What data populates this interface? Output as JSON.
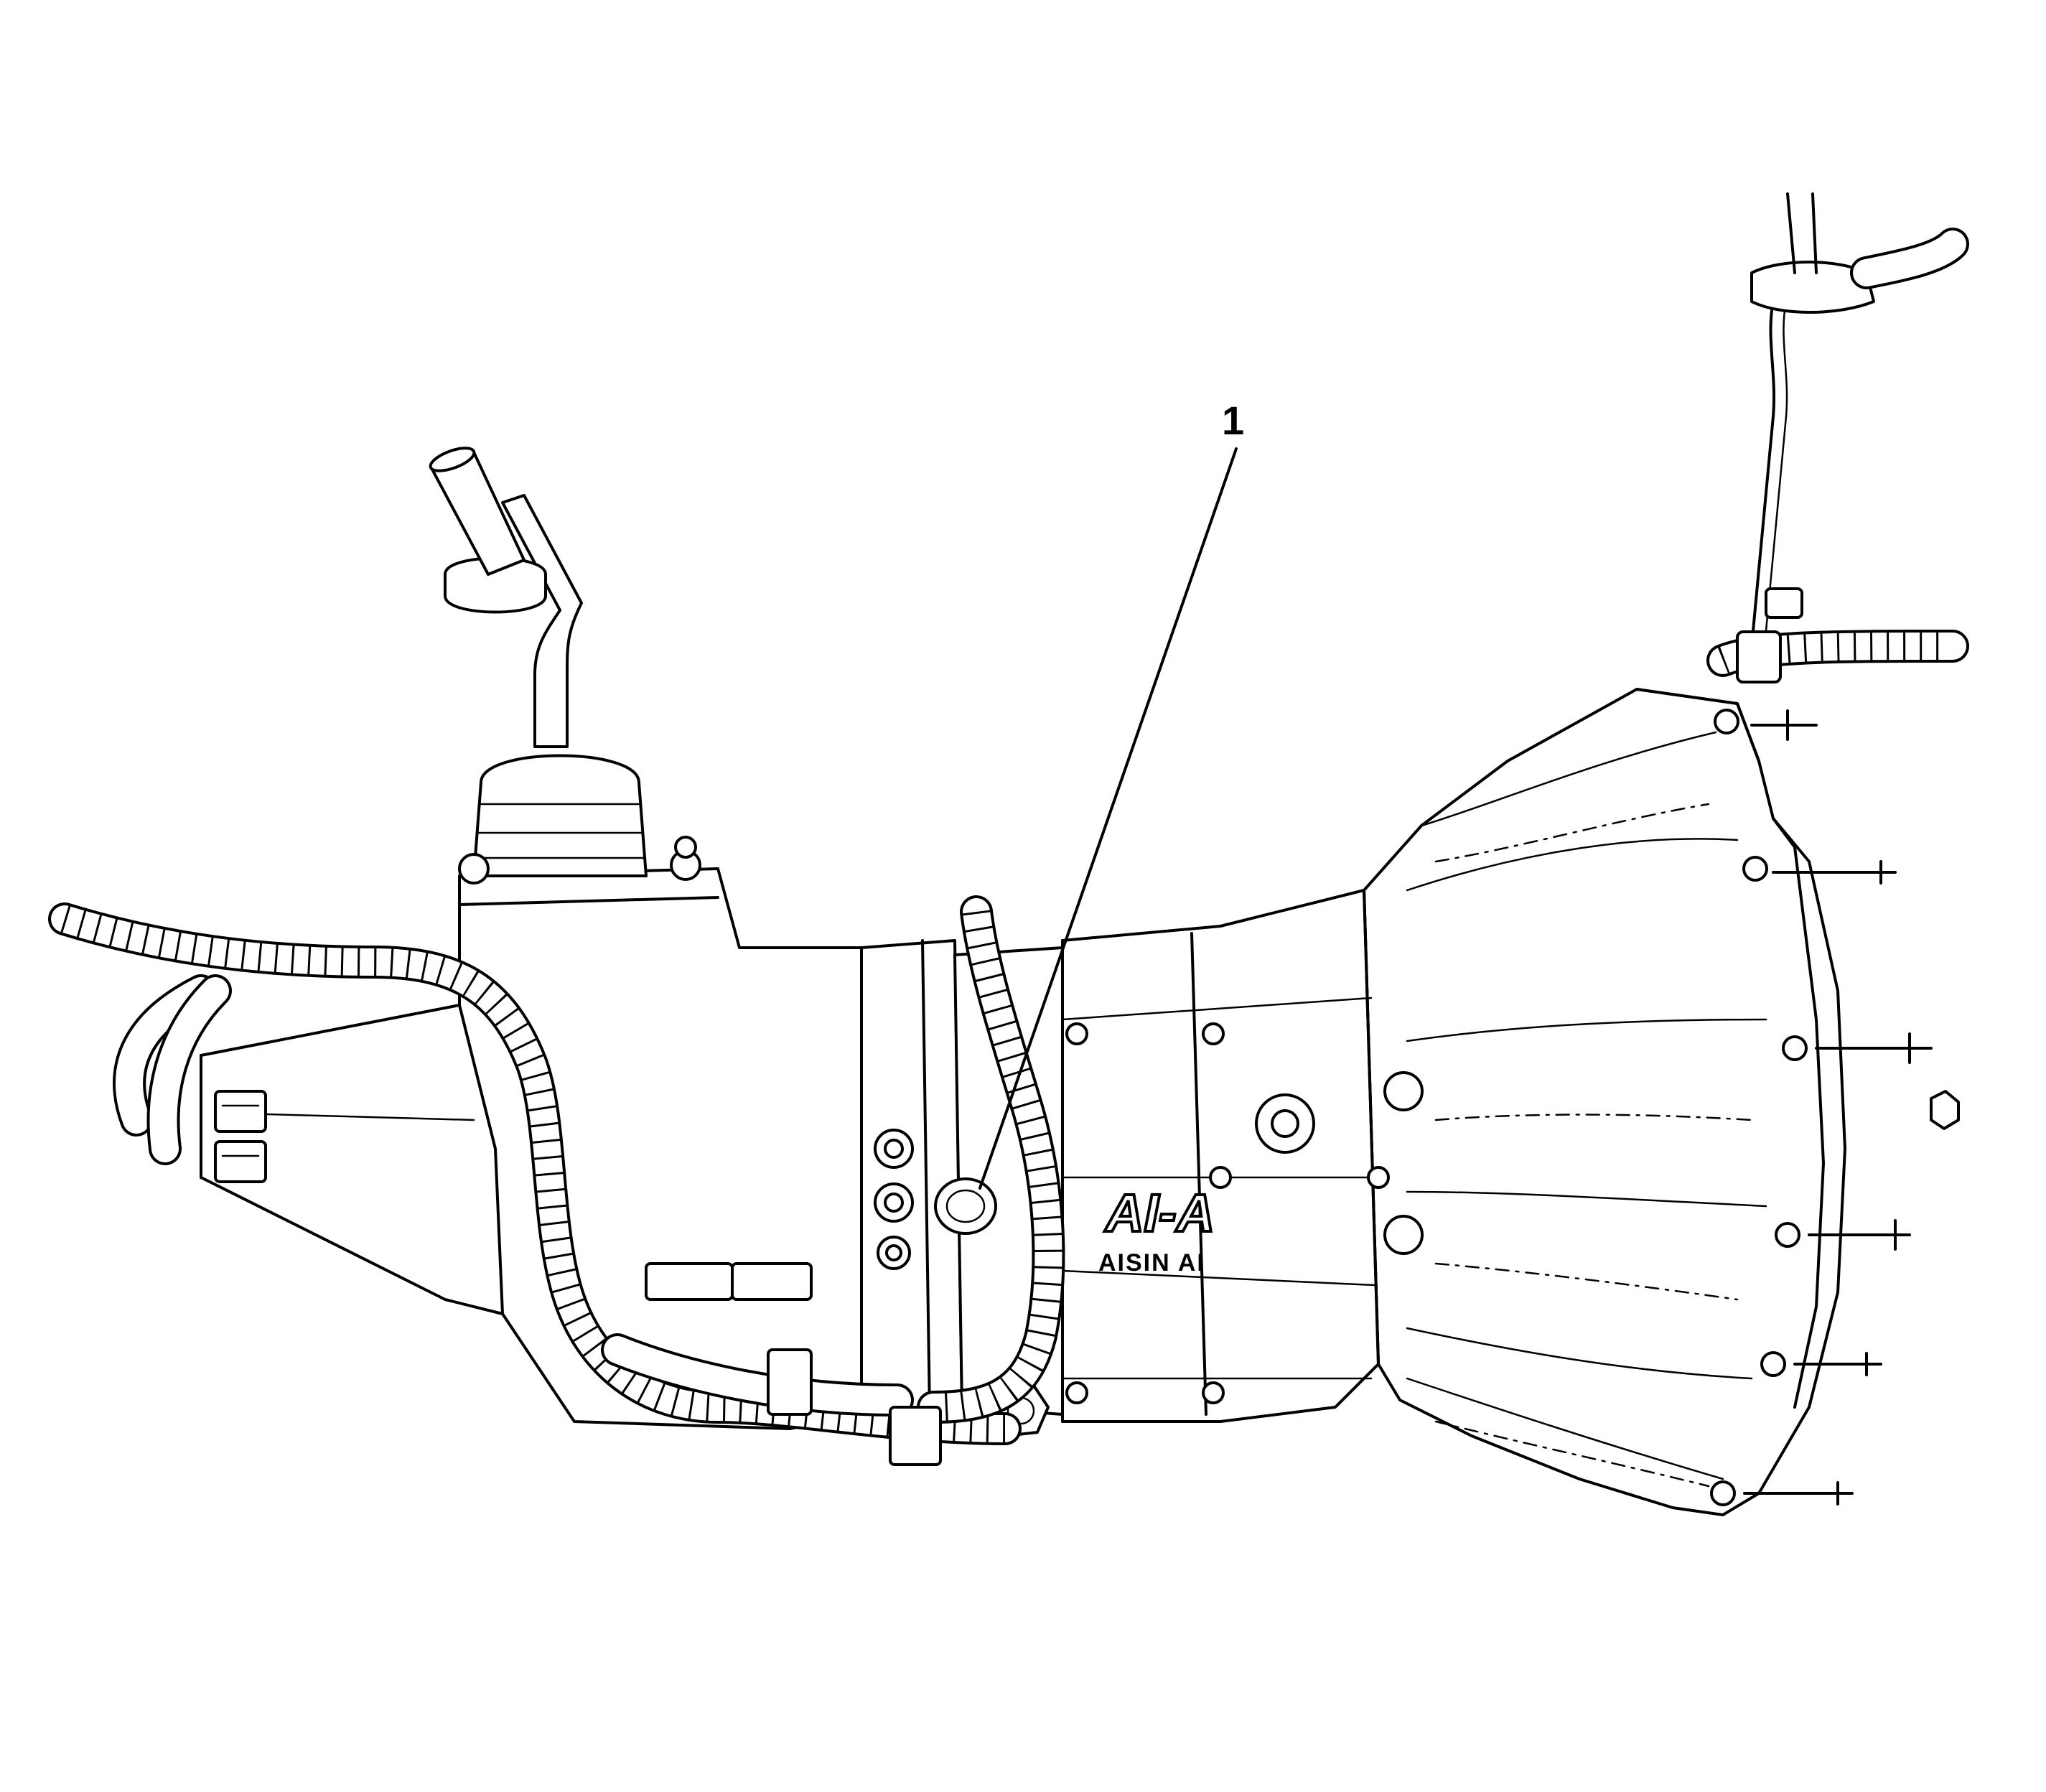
{
  "callouts": [
    {
      "number": "1"
    }
  ],
  "housing_marking": {
    "logo_mark": "AI-A",
    "logo_text": "AISIN AI"
  }
}
